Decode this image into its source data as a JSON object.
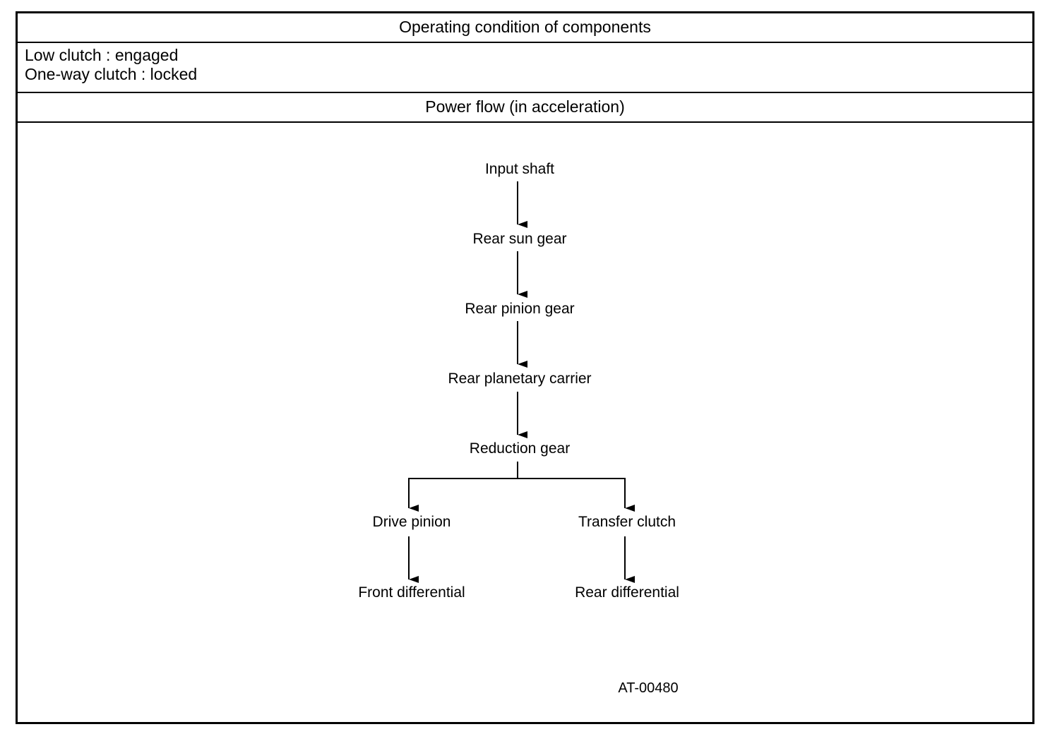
{
  "table": {
    "header_conditions": "Operating condition of components",
    "conditions": [
      "Low clutch : engaged",
      "One-way clutch : locked"
    ],
    "header_power_flow": "Power flow (in acceleration)"
  },
  "flow": {
    "nodes": {
      "input_shaft": "Input shaft",
      "rear_sun_gear": "Rear sun gear",
      "rear_pinion_gear": "Rear pinion gear",
      "rear_planetary_carrier": "Rear planetary carrier",
      "reduction_gear": "Reduction gear",
      "drive_pinion": "Drive pinion",
      "transfer_clutch": "Transfer clutch",
      "front_differential": "Front differential",
      "rear_differential": "Rear differential"
    },
    "edges": [
      [
        "input_shaft",
        "rear_sun_gear"
      ],
      [
        "rear_sun_gear",
        "rear_pinion_gear"
      ],
      [
        "rear_pinion_gear",
        "rear_planetary_carrier"
      ],
      [
        "rear_planetary_carrier",
        "reduction_gear"
      ],
      [
        "reduction_gear",
        "drive_pinion"
      ],
      [
        "reduction_gear",
        "transfer_clutch"
      ],
      [
        "drive_pinion",
        "front_differential"
      ],
      [
        "transfer_clutch",
        "rear_differential"
      ]
    ]
  },
  "figure_code": "AT-00480"
}
